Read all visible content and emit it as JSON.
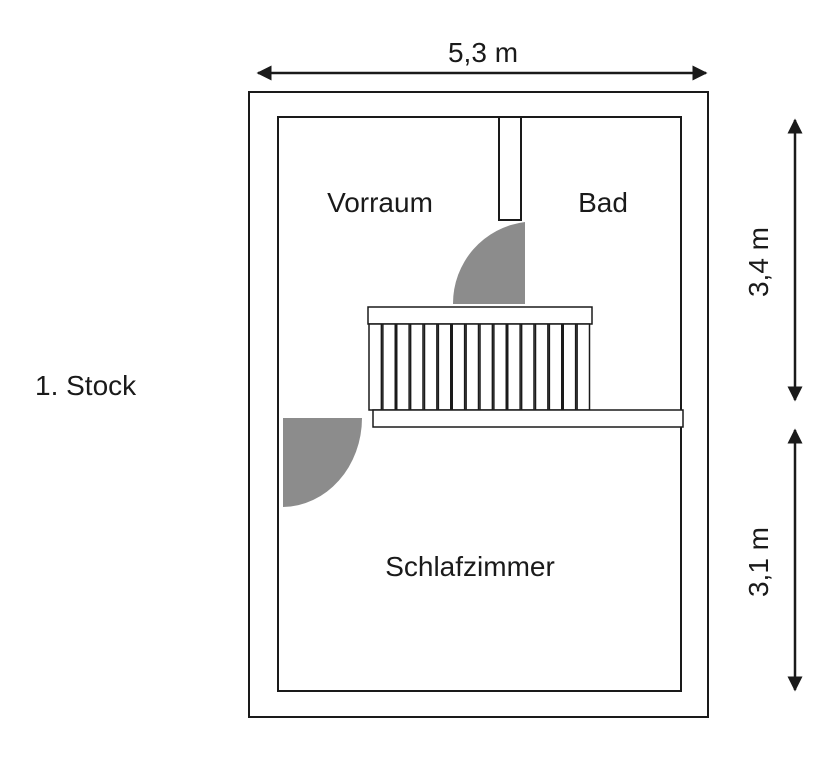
{
  "title": "1. Stock",
  "dimensions": {
    "width": "5,3 m",
    "upper_height": "3,4 m",
    "lower_height": "3,1 m"
  },
  "rooms": {
    "vorraum": "Vorraum",
    "bad": "Bad",
    "schlafzimmer": "Schlafzimmer"
  },
  "colors": {
    "line": "#1a1a1a",
    "door": "#8c8c8c"
  }
}
